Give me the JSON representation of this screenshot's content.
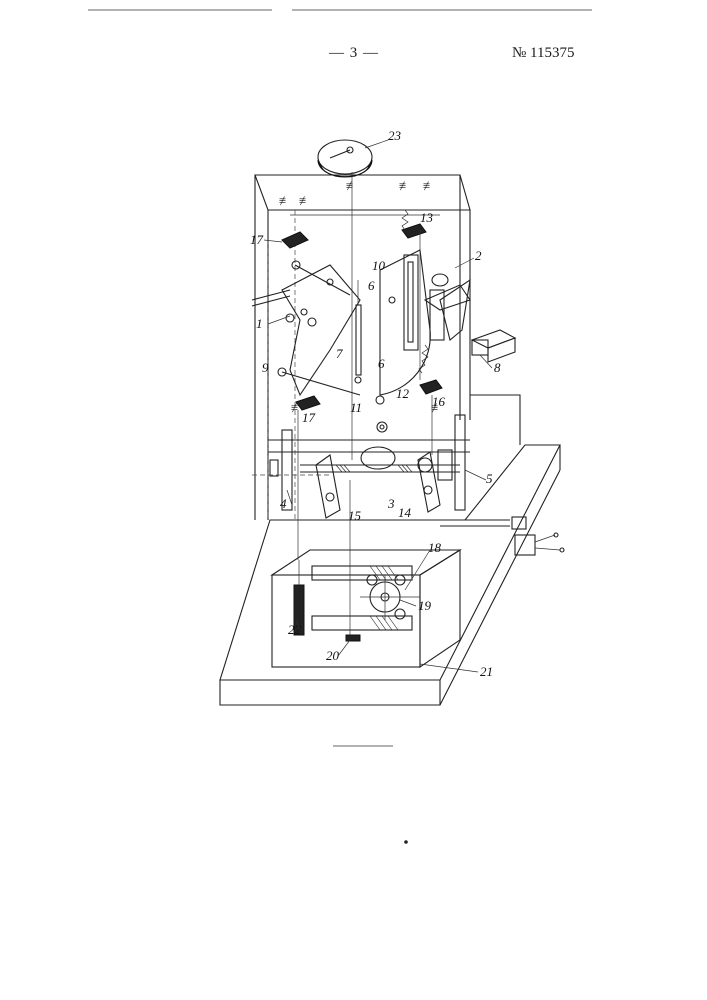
{
  "page": {
    "page_number": "— 3 —",
    "patent_number": "№ 115375"
  },
  "figure": {
    "labels": {
      "l1": "1",
      "l2": "2",
      "l3": "3",
      "l4": "4",
      "l5": "5",
      "l6a": "6",
      "l6b": "6",
      "l7": "7",
      "l8": "8",
      "l9": "9",
      "l10": "10",
      "l11": "11",
      "l12": "12",
      "l13": "13",
      "l14": "14",
      "l15": "15",
      "l16": "16",
      "l17a": "17",
      "l17b": "17",
      "l18": "18",
      "l19": "19",
      "l20": "20",
      "l21": "21",
      "l22": "22",
      "l23": "23"
    }
  }
}
